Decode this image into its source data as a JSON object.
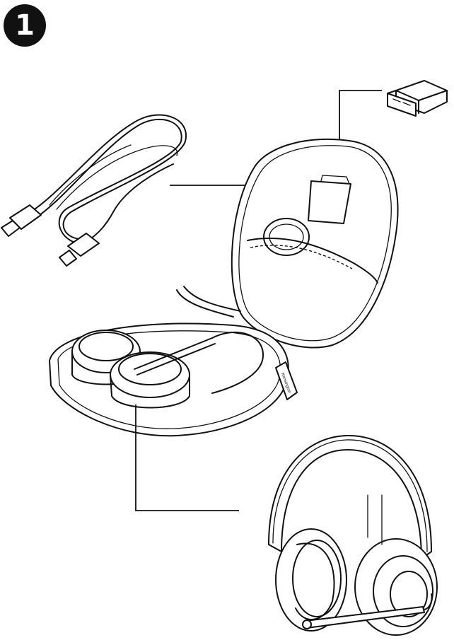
{
  "step": {
    "number": "1"
  },
  "brand": {
    "logo_text": "Kensington"
  },
  "figure": {
    "items": [
      {
        "id": "usb-dongle",
        "icon": "usb-receiver-icon"
      },
      {
        "id": "usb-c-cable",
        "icon": "usb-c-cable-icon"
      },
      {
        "id": "carry-case",
        "icon": "carry-case-icon"
      },
      {
        "id": "headset",
        "icon": "headset-icon"
      }
    ]
  }
}
